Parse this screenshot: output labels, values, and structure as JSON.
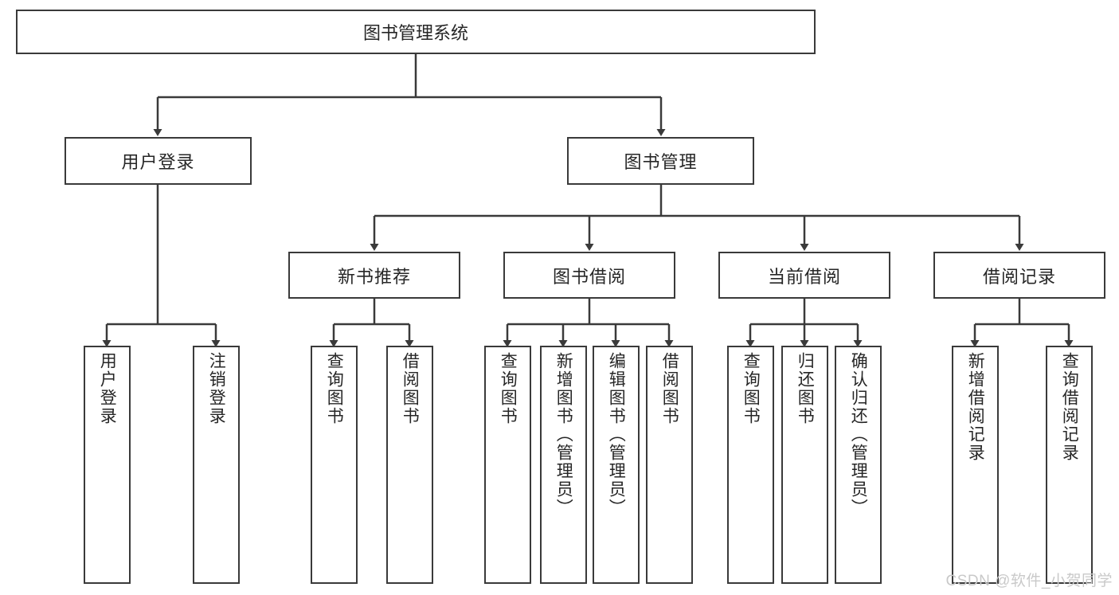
{
  "diagram": {
    "title_node": {
      "label": "图书管理系统"
    },
    "level1": [
      {
        "id": "user-login",
        "label": "用户登录"
      },
      {
        "id": "book-manage",
        "label": "图书管理"
      }
    ],
    "level2": [
      {
        "id": "new-book-recommend",
        "label": "新书推荐"
      },
      {
        "id": "book-borrow",
        "label": "图书借阅"
      },
      {
        "id": "current-borrow",
        "label": "当前借阅"
      },
      {
        "id": "borrow-record",
        "label": "借阅记录"
      }
    ],
    "leaves": [
      {
        "id": "leaf-user-login",
        "label": "用户登录",
        "parent": "用户登录"
      },
      {
        "id": "leaf-logout-login",
        "label": "注销登录",
        "parent": "用户登录"
      },
      {
        "id": "leaf-query-book-1",
        "label": "查询图书",
        "parent": "新书推荐"
      },
      {
        "id": "leaf-borrow-book-1",
        "label": "借阅图书",
        "parent": "新书推荐"
      },
      {
        "id": "leaf-query-book-2",
        "label": "查询图书",
        "parent": "图书借阅"
      },
      {
        "id": "leaf-add-book",
        "label": "新增图书（管理员）",
        "parent": "图书借阅"
      },
      {
        "id": "leaf-edit-book",
        "label": "编辑图书（管理员）",
        "parent": "图书借阅"
      },
      {
        "id": "leaf-borrow-book-2",
        "label": "借阅图书",
        "parent": "图书借阅"
      },
      {
        "id": "leaf-query-book-3",
        "label": "查询图书",
        "parent": "当前借阅"
      },
      {
        "id": "leaf-return-book",
        "label": "归还图书",
        "parent": "当前借阅"
      },
      {
        "id": "leaf-confirm-return",
        "label": "确认归还（管理员）",
        "parent": "当前借阅"
      },
      {
        "id": "leaf-add-record",
        "label": "新增借阅记录",
        "parent": "借阅记录"
      },
      {
        "id": "leaf-query-record",
        "label": "查询借阅记录",
        "parent": "借阅记录"
      }
    ],
    "colors": {
      "stroke": "#3a3a3a",
      "text": "#262626",
      "background": "#ffffff",
      "watermark": "#c9c9c9"
    }
  },
  "watermark": {
    "text": "CSDN @软件_小贺同学"
  }
}
